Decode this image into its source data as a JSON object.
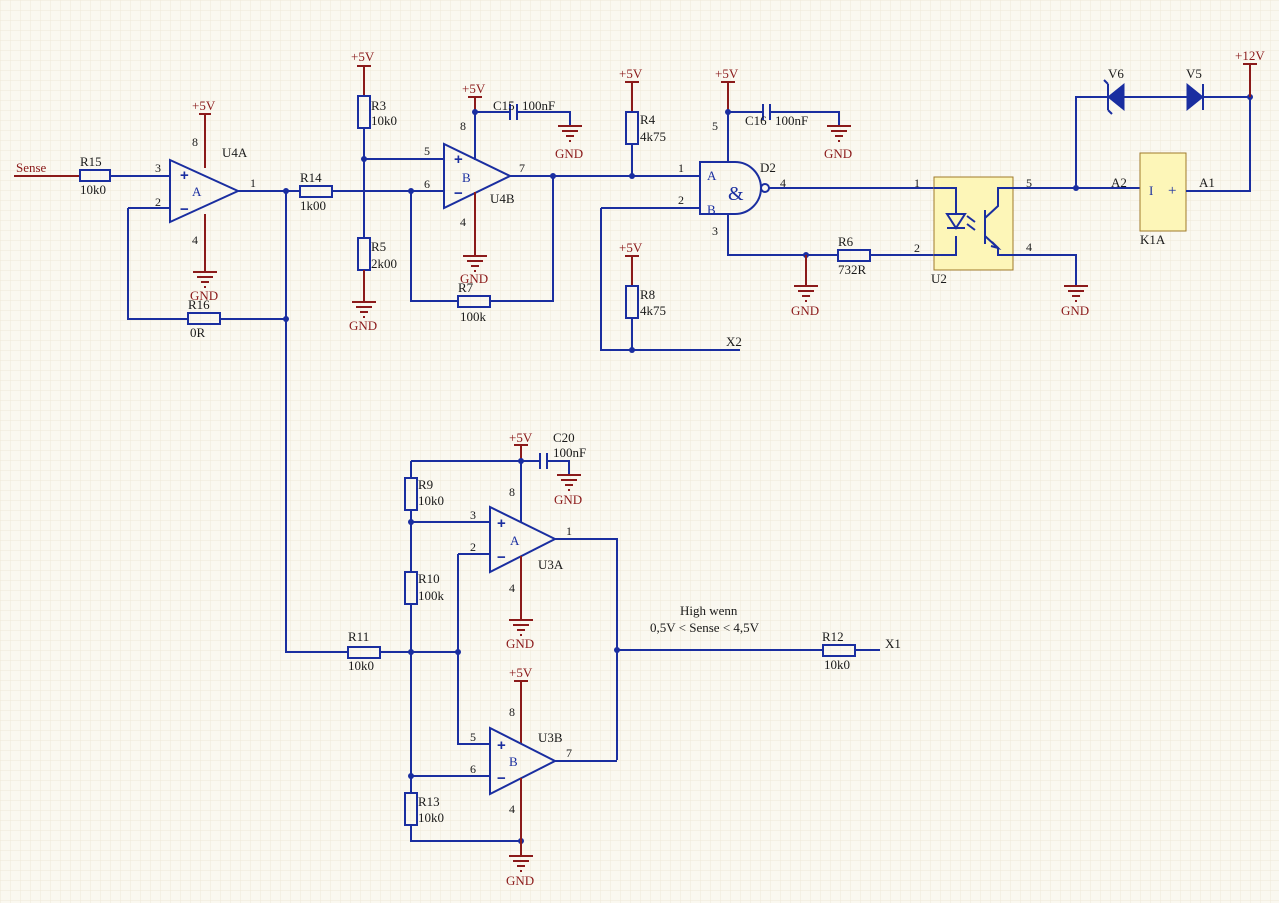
{
  "net_labels": {
    "sense": "Sense",
    "x1": "X1",
    "x2": "X2"
  },
  "power": {
    "p5v": "+5V",
    "p12v": "+12V",
    "gnd": "GND"
  },
  "components": {
    "R15": {
      "ref": "R15",
      "value": "10k0"
    },
    "R16": {
      "ref": "R16",
      "value": "0R"
    },
    "R14": {
      "ref": "R14",
      "value": "1k00"
    },
    "R3": {
      "ref": "R3",
      "value": "10k0"
    },
    "R5": {
      "ref": "R5",
      "value": "2k00"
    },
    "R7": {
      "ref": "R7",
      "value": "100k"
    },
    "R4": {
      "ref": "R4",
      "value": "4k75"
    },
    "R8": {
      "ref": "R8",
      "value": "4k75"
    },
    "R6": {
      "ref": "R6",
      "value": "732R"
    },
    "R9": {
      "ref": "R9",
      "value": "10k0"
    },
    "R10": {
      "ref": "R10",
      "value": "100k"
    },
    "R11": {
      "ref": "R11",
      "value": "10k0"
    },
    "R12": {
      "ref": "R12",
      "value": "10k0"
    },
    "R13": {
      "ref": "R13",
      "value": "10k0"
    },
    "C15": {
      "ref": "C15",
      "value": "100nF"
    },
    "C16": {
      "ref": "C16",
      "value": "100nF"
    },
    "C20": {
      "ref": "C20",
      "value": "100nF"
    },
    "U4A": {
      "ref": "U4A",
      "part": "A"
    },
    "U4B": {
      "ref": "U4B",
      "part": "B"
    },
    "U3A": {
      "ref": "U3A",
      "part": "A"
    },
    "U3B": {
      "ref": "U3B",
      "part": "B"
    },
    "D2": {
      "ref": "D2",
      "symbol": "&",
      "in_a": "A",
      "in_b": "B"
    },
    "U2": {
      "ref": "U2"
    },
    "K1A": {
      "ref": "K1A",
      "a1": "A1",
      "a2": "A2",
      "minus": "I",
      "plus": "+"
    },
    "V5": {
      "ref": "V5"
    },
    "V6": {
      "ref": "V6"
    }
  },
  "pins": {
    "p1": "1",
    "p2": "2",
    "p3": "3",
    "p4": "4",
    "p5": "5",
    "p6": "6",
    "p7": "7",
    "p8": "8",
    "plus": "+",
    "minus": "−"
  },
  "annotations": {
    "line1": "High wenn",
    "line2": "0,5V < Sense < 4,5V"
  }
}
